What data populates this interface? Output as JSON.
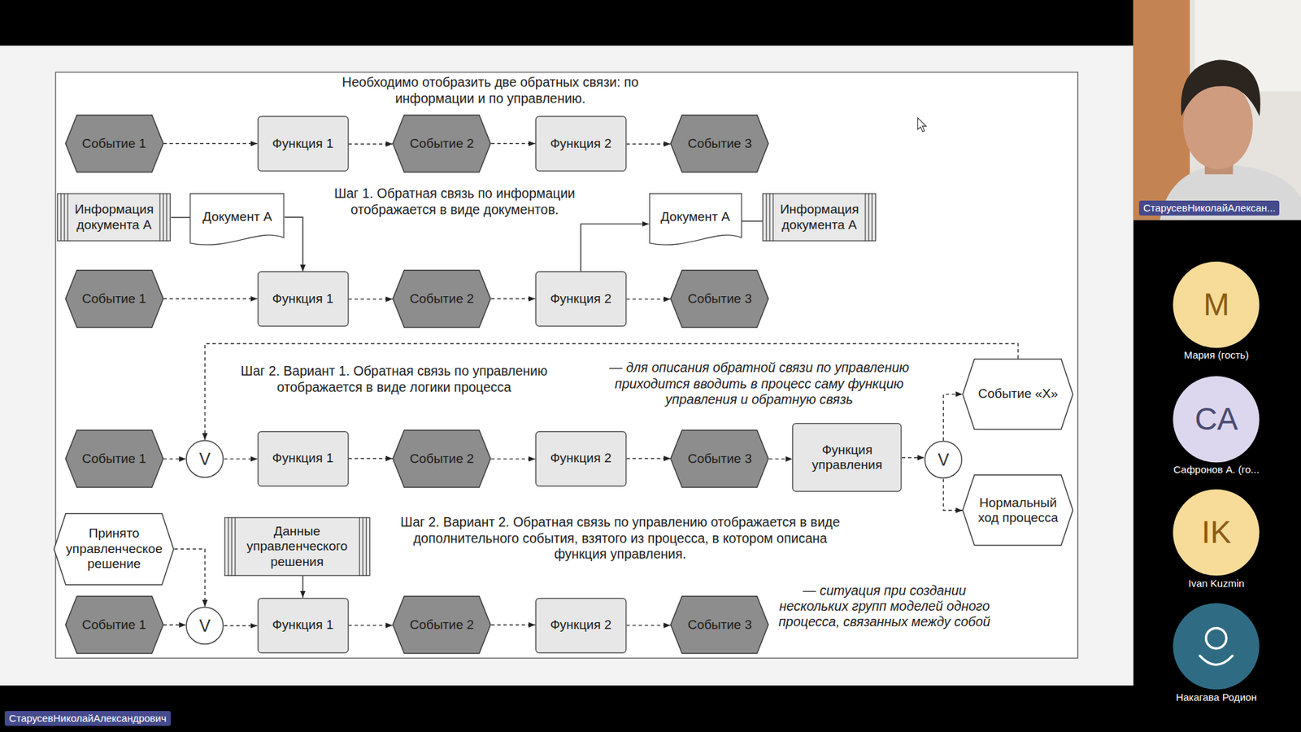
{
  "diagram": {
    "title": "Необходимо отобразить две обратных связи: по информации и по управлению.",
    "nodes": [
      {
        "text": [
          "Событие 1"
        ]
      },
      {
        "text": [
          "Функция 1"
        ]
      },
      {
        "text": [
          "Событие 2"
        ]
      },
      {
        "text": [
          "Функция 2"
        ]
      },
      {
        "text": [
          "Событие 3"
        ]
      },
      {
        "text": [
          "Информация документа А"
        ]
      },
      {
        "text": [
          "Документ А"
        ]
      },
      {
        "text": [
          "Документ А"
        ]
      },
      {
        "text": [
          "Информация документа А"
        ]
      },
      {
        "text": [
          "Событие 1"
        ]
      },
      {
        "text": [
          "Функция 1"
        ]
      },
      {
        "text": [
          "Событие 2"
        ]
      },
      {
        "text": [
          "Функция 2"
        ]
      },
      {
        "text": [
          "Событие 3"
        ]
      },
      {
        "text": [
          "Событие «X»"
        ]
      },
      {
        "text": [
          "Событие 1"
        ]
      },
      {
        "text": [
          "V"
        ]
      },
      {
        "text": [
          "Функция 1"
        ]
      },
      {
        "text": [
          "Событие 2"
        ]
      },
      {
        "text": [
          "Функция 2"
        ]
      },
      {
        "text": [
          "Событие 3"
        ]
      },
      {
        "text": [
          "Функция управления"
        ]
      },
      {
        "text": [
          "V"
        ]
      },
      {
        "text": [
          "Нормальный ход процесса"
        ]
      },
      {
        "text": [
          "Принято управленческое решение"
        ]
      },
      {
        "text": [
          "Данные управленческого решения"
        ]
      },
      {
        "text": [
          "Событие 1"
        ]
      },
      {
        "text": [
          "V"
        ]
      },
      {
        "text": [
          "Функция 1"
        ]
      },
      {
        "text": [
          "Событие 2"
        ]
      },
      {
        "text": [
          "Функция 2"
        ]
      },
      {
        "text": [
          "Событие 3"
        ]
      },
      {
        "text": [
          "M",
          "Мария (гость)"
        ]
      },
      {
        "text": [
          "CA",
          "Сафронов А. (го..."
        ]
      },
      {
        "text": [
          "IK",
          "Ivan Kuzmin"
        ]
      },
      {
        "text": [
          "Накагава Родион"
        ]
      }
    ],
    "edges": [
      {
        "from": 0,
        "to": 1,
        "arrow": "to"
      },
      {
        "from": 1,
        "to": 2,
        "arrow": "to"
      },
      {
        "from": 2,
        "to": 3,
        "arrow": "to"
      },
      {
        "from": 3,
        "to": 4,
        "arrow": "to"
      },
      {
        "from": 5,
        "to": 6,
        "arrow": "none"
      },
      {
        "from": 6,
        "to": 10,
        "arrow": "to"
      },
      {
        "from": 12,
        "to": 7,
        "arrow": "to"
      },
      {
        "from": 7,
        "to": 8,
        "arrow": "none"
      },
      {
        "from": 9,
        "to": 10,
        "arrow": "to"
      },
      {
        "from": 10,
        "to": 11,
        "arrow": "to"
      },
      {
        "from": 11,
        "to": 12,
        "arrow": "to"
      },
      {
        "from": 12,
        "to": 13,
        "arrow": "to"
      },
      {
        "from": 15,
        "to": 16,
        "arrow": "to"
      },
      {
        "from": 16,
        "to": 17,
        "arrow": "to"
      },
      {
        "from": 17,
        "to": 18,
        "arrow": "to"
      },
      {
        "from": 18,
        "to": 19,
        "arrow": "to"
      },
      {
        "from": 19,
        "to": 20,
        "arrow": "to"
      },
      {
        "from": 20,
        "to": 21,
        "arrow": "to"
      },
      {
        "from": 21,
        "to": 22,
        "arrow": "to"
      },
      {
        "from": 22,
        "to": 14,
        "arrow": "to"
      },
      {
        "from": 22,
        "to": 23,
        "arrow": "to"
      },
      {
        "from": 14,
        "to": 16,
        "arrow": "to"
      },
      {
        "from": 24,
        "to": 27,
        "arrow": "to"
      },
      {
        "from": 25,
        "to": 28,
        "arrow": "to"
      },
      {
        "from": 26,
        "to": 27,
        "arrow": "to"
      },
      {
        "from": 27,
        "to": 28,
        "arrow": "to"
      },
      {
        "from": 28,
        "to": 29,
        "arrow": "to"
      },
      {
        "from": 29,
        "to": 30,
        "arrow": "to"
      },
      {
        "from": 30,
        "to": 31,
        "arrow": "to"
      }
    ],
    "labels": [
      "Шаг 1. Обратная связь по информации отображается в виде документов.",
      "Шаг 2. Вариант 1. Обратная связь по управлению отображается в виде логики процесса",
      "— для описания обратной связи по управлению приходится вводить в процесс саму функцию управления и обратную связь",
      "Шаг 2. Вариант 2. Обратная связь по управлению отображается в виде дополнительного события, взятого из процесса, в котором описана функция управления.",
      "— ситуация при создании нескольких групп моделей одного процесса, связанных между собой",
      "СтарусевНиколайАлексан...",
      "СтарусевНиколайАлександрович"
    ]
  }
}
